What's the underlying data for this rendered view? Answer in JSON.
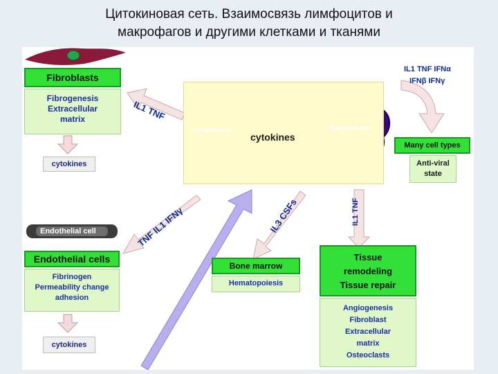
{
  "title_line1": "Цитокиновая сеть. Взаимосвязь лимфоцитов и",
  "title_line2": "макрофагов и другими клетками и тканями",
  "fibroblasts": {
    "header": "Fibroblasts",
    "body": [
      "Fibrogenesis",
      "Extracellular",
      "matrix"
    ],
    "cytokines": "cytokines"
  },
  "endothelial": {
    "cell_label": "Endothelial cell",
    "header": "Endothelial cells",
    "body": [
      "Fibrinogen",
      "Permeability change",
      "adhesion"
    ],
    "cytokines": "cytokines"
  },
  "center": {
    "lymphocyte": "Lymphocyte",
    "cytokines": "cytokines",
    "macrophage": "Macrophage"
  },
  "right_top": {
    "line1": "IL1 TNF IFNα",
    "line2": "IFNβ IFNγ",
    "many_cells": "Many cell types",
    "antiviral": [
      "Anti-viral",
      "state"
    ]
  },
  "arrows": {
    "il1_tnf": "IL1 TNF",
    "tnf_il1_ifn": "TNF IL1 IFNγ",
    "il3_csfs": "IL3 CSFs",
    "il1_tnf_vertical": "IL1 TNF"
  },
  "bone_marrow": {
    "header": "Bone marrow",
    "body": "Hematopoiesis"
  },
  "tissue": {
    "header": [
      "Tissue",
      "remodeling",
      "Tissue repair"
    ],
    "body": [
      "Angiogenesis",
      "Fibroblast",
      "Extracellular",
      "matrix",
      "Osteoclasts"
    ]
  },
  "colors": {
    "green": "#33e038",
    "light_green": "#dff7c9",
    "center_yellow": "#fffacc",
    "lymphocyte_teal": "#0e7f8c",
    "macrophage_purple": "#3a0a7a",
    "fibroblast_cell": "#8a1a3a"
  }
}
